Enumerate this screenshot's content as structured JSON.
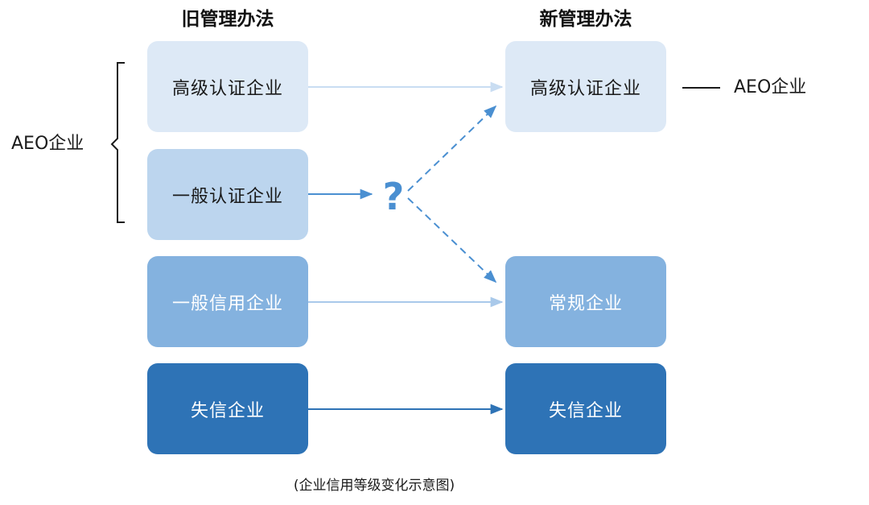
{
  "headers": {
    "old": "旧管理办法",
    "new": "新管理办法"
  },
  "old_categories": [
    {
      "label": "高级认证企业"
    },
    {
      "label": "一般认证企业"
    },
    {
      "label": "一般信用企业"
    },
    {
      "label": "失信企业"
    }
  ],
  "new_categories": [
    {
      "label": "高级认证企业"
    },
    {
      "label": "常规企业"
    },
    {
      "label": "失信企业"
    }
  ],
  "side_labels": {
    "aeo_group_left": "AEO企业",
    "aeo_right": "AEO企业"
  },
  "uncertain_mark": "?",
  "caption": "(企业信用等级变化示意图)",
  "colors": {
    "level_1": "#dde9f6",
    "level_2": "#bcd5ee",
    "level_3": "#84b2df",
    "level_4": "#2e73b6",
    "question": "#4a8fd1"
  }
}
